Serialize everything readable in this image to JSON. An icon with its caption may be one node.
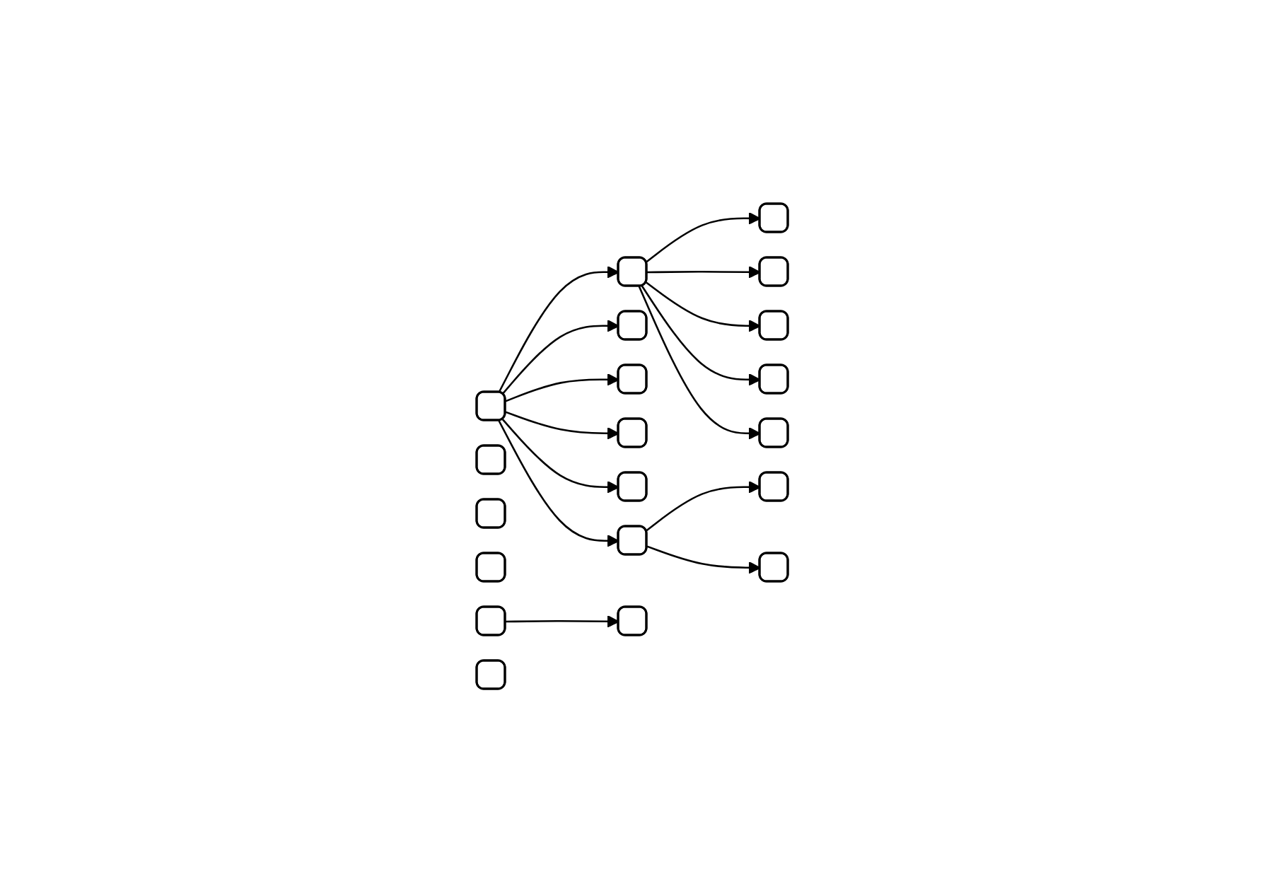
{
  "diagram": {
    "nodes": [
      {
        "text": [],
        "shape": "box"
      },
      {
        "text": [],
        "shape": "box"
      },
      {
        "text": [],
        "shape": "box"
      },
      {
        "text": [],
        "shape": "box"
      },
      {
        "text": [],
        "shape": "box"
      },
      {
        "text": [],
        "shape": "box"
      },
      {
        "text": [],
        "shape": "box"
      },
      {
        "text": [],
        "shape": "box"
      },
      {
        "text": [],
        "shape": "box"
      },
      {
        "text": [],
        "shape": "box"
      },
      {
        "text": [],
        "shape": "box"
      },
      {
        "text": [],
        "shape": "box"
      },
      {
        "text": [],
        "shape": "box"
      },
      {
        "text": [],
        "shape": "box"
      },
      {
        "text": [],
        "shape": "box"
      },
      {
        "text": [],
        "shape": "box"
      },
      {
        "text": [],
        "shape": "box"
      },
      {
        "text": [],
        "shape": "box"
      },
      {
        "text": [],
        "shape": "box"
      },
      {
        "text": [],
        "shape": "box"
      }
    ],
    "edges": [
      {
        "from": 0,
        "to": 5,
        "arrow": "to"
      },
      {
        "from": 0,
        "to": 6,
        "arrow": "to"
      },
      {
        "from": 0,
        "to": 7,
        "arrow": "to"
      },
      {
        "from": 0,
        "to": 8,
        "arrow": "to"
      },
      {
        "from": 0,
        "to": 9,
        "arrow": "to"
      },
      {
        "from": 0,
        "to": 10,
        "arrow": "to"
      },
      {
        "from": 5,
        "to": 12,
        "arrow": "to"
      },
      {
        "from": 5,
        "to": 13,
        "arrow": "to"
      },
      {
        "from": 5,
        "to": 14,
        "arrow": "to"
      },
      {
        "from": 5,
        "to": 15,
        "arrow": "to"
      },
      {
        "from": 5,
        "to": 16,
        "arrow": "to"
      },
      {
        "from": 10,
        "to": 17,
        "arrow": "to"
      },
      {
        "from": 10,
        "to": 18,
        "arrow": "to"
      },
      {
        "from": 4,
        "to": 11,
        "arrow": "to"
      }
    ]
  }
}
